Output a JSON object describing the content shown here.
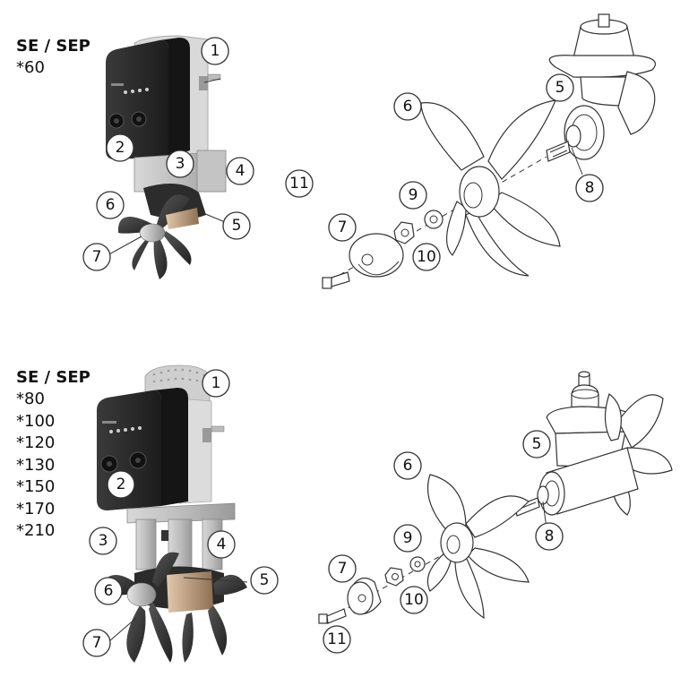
{
  "top_section": {
    "title": "SE / SEP",
    "models": [
      "*60"
    ]
  },
  "bottom_section": {
    "title": "SE / SEP",
    "models": [
      "*80",
      "*100",
      "*120",
      "*130",
      "*150",
      "*170",
      "*210"
    ]
  },
  "callouts_top": [
    {
      "key": "t1",
      "label": "1"
    },
    {
      "key": "t2",
      "label": "2"
    },
    {
      "key": "t3",
      "label": "3"
    },
    {
      "key": "t4",
      "label": "4"
    },
    {
      "key": "t5a",
      "label": "5"
    },
    {
      "key": "t6a",
      "label": "6"
    },
    {
      "key": "t7a",
      "label": "7"
    },
    {
      "key": "t6b",
      "label": "6"
    },
    {
      "key": "t5b",
      "label": "5"
    },
    {
      "key": "t8",
      "label": "8"
    },
    {
      "key": "t9",
      "label": "9"
    },
    {
      "key": "t7b",
      "label": "7"
    },
    {
      "key": "t10",
      "label": "10"
    },
    {
      "key": "t11",
      "label": "11"
    }
  ],
  "callouts_bottom": [
    {
      "key": "b1",
      "label": "1"
    },
    {
      "key": "b2",
      "label": "2"
    },
    {
      "key": "b3",
      "label": "3"
    },
    {
      "key": "b4",
      "label": "4"
    },
    {
      "key": "b5a",
      "label": "5"
    },
    {
      "key": "b6a",
      "label": "6"
    },
    {
      "key": "b7a",
      "label": "7"
    },
    {
      "key": "b6b",
      "label": "6"
    },
    {
      "key": "b5b",
      "label": "5"
    },
    {
      "key": "b8",
      "label": "8"
    },
    {
      "key": "b9",
      "label": "9"
    },
    {
      "key": "b7b",
      "label": "7"
    },
    {
      "key": "b10",
      "label": "10"
    },
    {
      "key": "b11",
      "label": "11"
    }
  ]
}
